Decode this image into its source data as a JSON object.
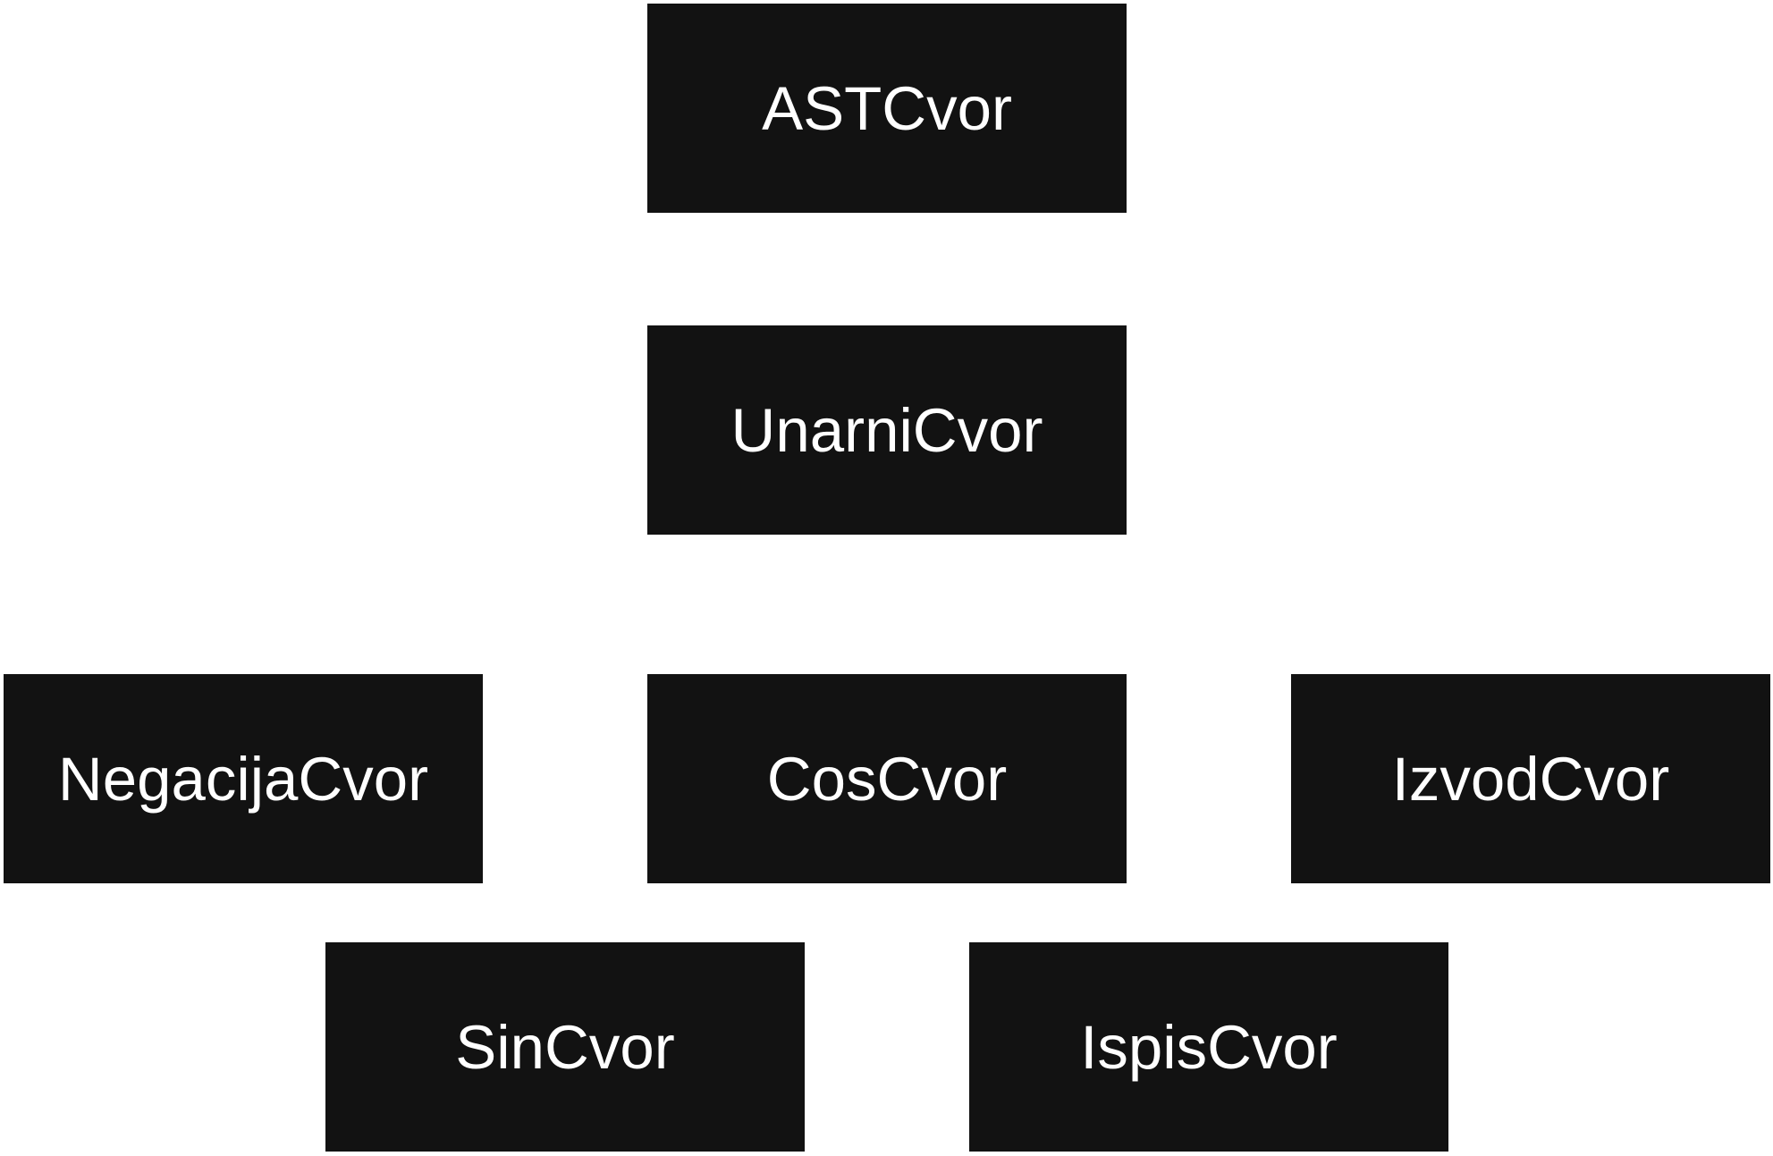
{
  "style": {
    "node_fill": "#121212",
    "node_text": "#ffffff",
    "background": "#ffffff"
  },
  "nodes": {
    "ast": "ASTCvor",
    "unarni": "UnarniCvor",
    "negacija": "NegacijaCvor",
    "cos": "CosCvor",
    "izvod": "IzvodCvor",
    "sin": "SinCvor",
    "ispis": "IspisCvor"
  }
}
